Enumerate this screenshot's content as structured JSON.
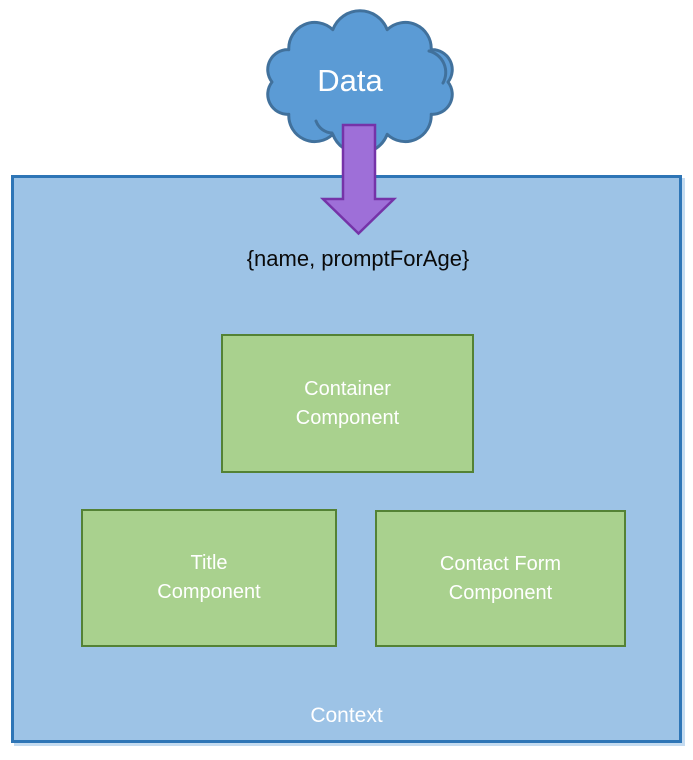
{
  "cloud": {
    "label": "Data"
  },
  "context": {
    "props": "{name, promptForAge}",
    "label": "Context"
  },
  "components": [
    {
      "id": "container",
      "line1": "Container",
      "line2": "Component"
    },
    {
      "id": "title",
      "line1": "Title",
      "line2": "Component"
    },
    {
      "id": "contact-form",
      "line1": "Contact Form",
      "line2": "Component"
    }
  ],
  "colors": {
    "cloud_fill": "#5B9BD5",
    "cloud_border": "#41719C",
    "arrow_fill": "#9E6FD8",
    "arrow_border": "#7533A8",
    "context_fill": "#9DC3E6",
    "context_border": "#2E75B6",
    "component_fill": "#A9D18E",
    "component_border": "#548235",
    "shape_text": "#FFFFFF",
    "props_text": "#0A0A0A"
  }
}
